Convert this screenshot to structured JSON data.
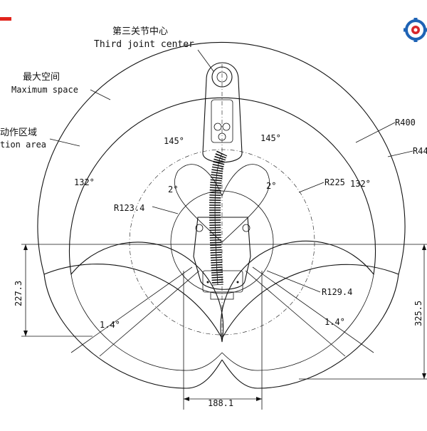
{
  "labels": {
    "third_joint_cn": "第三关节中心",
    "third_joint_en": "Third joint center",
    "max_space_cn": "最大空间",
    "max_space_en": "Maximum space",
    "action_area_cn": "动作区域",
    "action_area_en": "tion area"
  },
  "dimensions": {
    "r400": "R400",
    "r44": "R44",
    "r225": "R225",
    "r123": "R123.4",
    "r129": "R129.4",
    "dim_227": "227.3",
    "dim_325": "325.5",
    "dim_188": "188.1",
    "angle_145_l": "145°",
    "angle_145_r": "145°",
    "angle_132_l": "132°",
    "angle_132_r": "132°",
    "angle_2_l": "2°",
    "angle_2_r": "2°",
    "angle_14_l": "1.4°",
    "angle_14_r": "1.4°"
  },
  "colors": {
    "line": "#111111",
    "logo_blue": "#1e63b5",
    "logo_red": "#d8262a",
    "corner_red": "#e1241c"
  },
  "icons": {
    "logo": "gear-robot-logo-icon"
  }
}
